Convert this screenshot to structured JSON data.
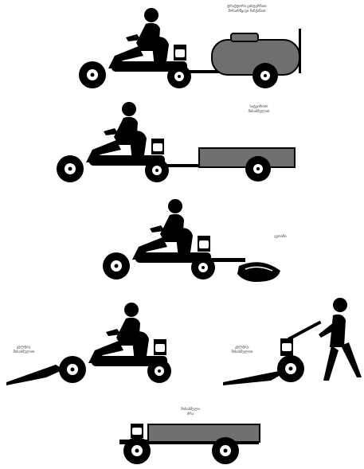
{
  "colors": {
    "ink": "#000000",
    "body_gray": "#6f6f6f",
    "wheel_white": "#ffffff",
    "label_text": "#333333",
    "background": "#ffffff"
  },
  "scenes": [
    {
      "id": "tractor-with-tank-trailer",
      "labels": [
        "ტრაქტორი ცისტერნით",
        "მოსარწყავი მანქანით"
      ]
    },
    {
      "id": "tractor-with-cargo-trailer",
      "labels": [
        "სატვირთო",
        "მისაბმელით"
      ]
    },
    {
      "id": "tractor-with-plough",
      "labels": [
        "გუთანი"
      ]
    },
    {
      "id": "tractor-with-cultivator",
      "labels": [
        "კულტივ.",
        "მისაბმელით"
      ]
    },
    {
      "id": "hand-tractor-with-cultivator",
      "labels": [
        "კულტივ.",
        "მისაბმელით"
      ]
    },
    {
      "id": "trailer-only",
      "labels": [
        "მისაბმელი",
        "ძრა"
      ]
    }
  ],
  "icons": [
    "tractor-icon",
    "driver-icon",
    "tank-trailer-icon",
    "cargo-trailer-icon",
    "plough-icon",
    "cultivator-icon",
    "walking-person-icon",
    "wheel-icon"
  ]
}
